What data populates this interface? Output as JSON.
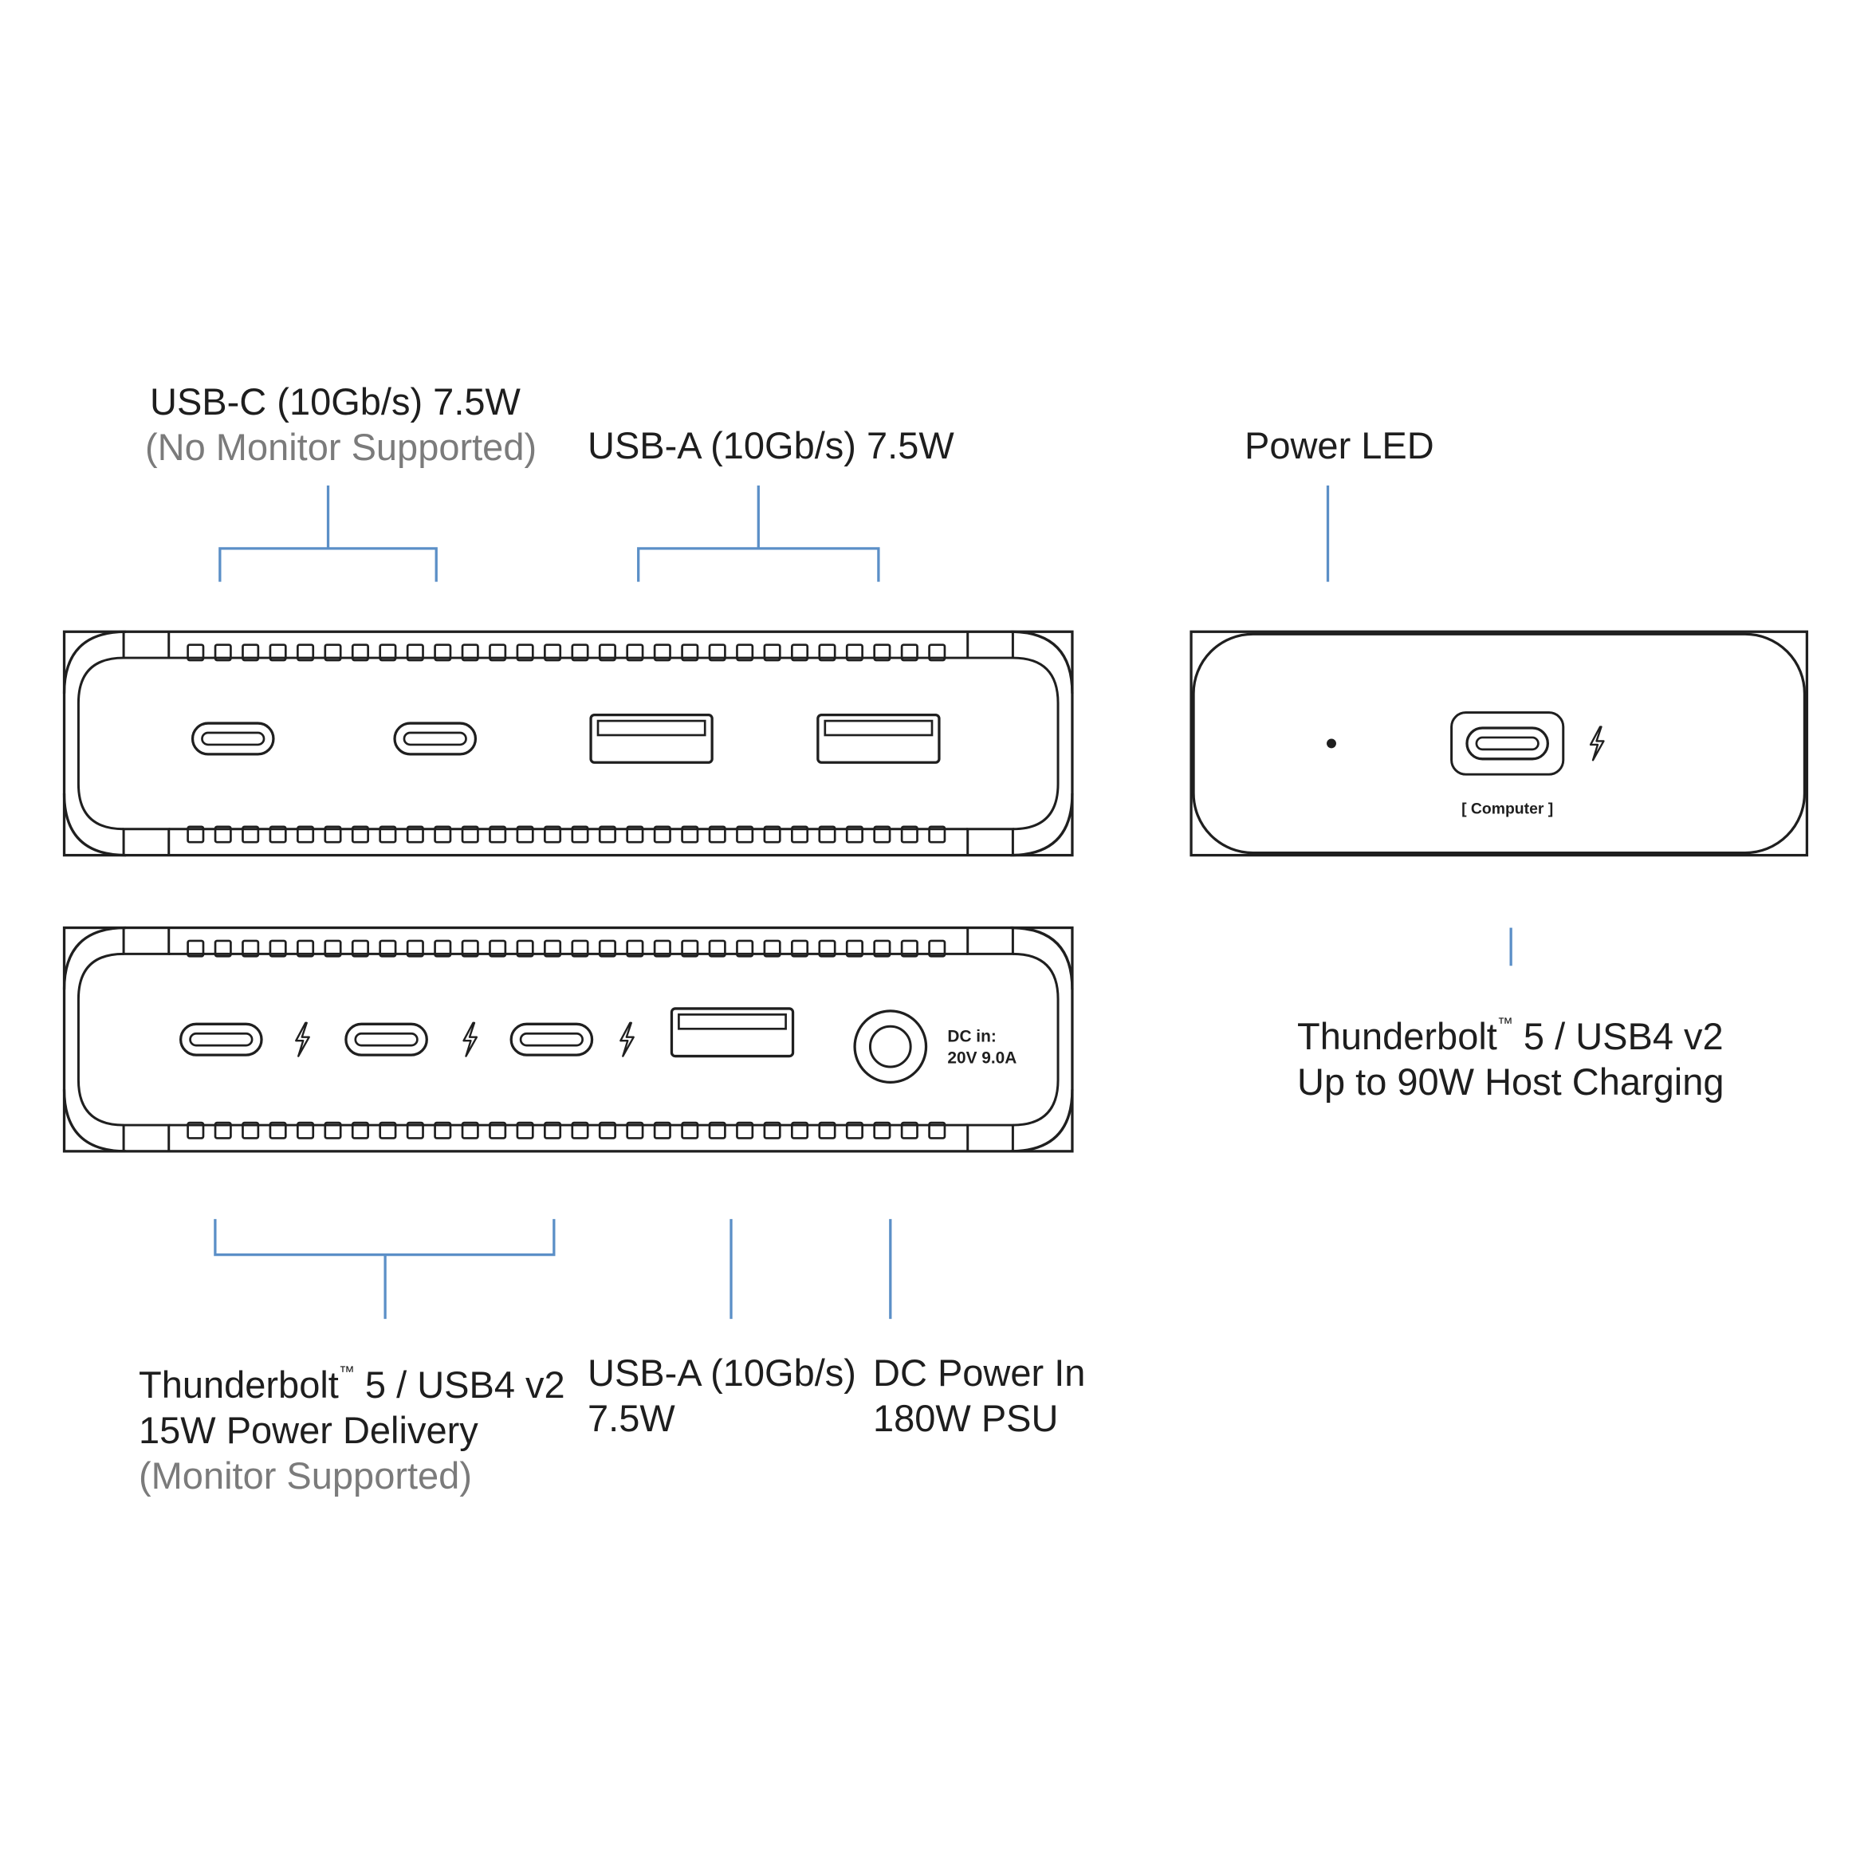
{
  "colors": {
    "leader": "#5b8fc7",
    "outline": "#1f1f1f",
    "secondary_text": "#7b7b7b",
    "background": "#ffffff"
  },
  "labels": {
    "usbc_top": {
      "line1": "USB-C (10Gb/s) 7.5W",
      "line2": "(No Monitor Supported)"
    },
    "usba_top": {
      "line1": "USB-A (10Gb/s) 7.5W"
    },
    "power_led": {
      "line1": "Power LED"
    },
    "tb_host": {
      "line1_a": "Thunderbolt",
      "line1_tm": "™",
      "line1_b": " 5 / USB4 v2",
      "line2": "Up to 90W Host Charging"
    },
    "tb_downstream": {
      "line1_a": "Thunderbolt",
      "line1_tm": "™",
      "line1_b": " 5 / USB4 v2",
      "line2": "15W Power Delivery",
      "line3": "(Monitor Supported)"
    },
    "usba_bottom": {
      "line1": "USB-A (10Gb/s)",
      "line2": "7.5W"
    },
    "dc_power": {
      "line1": "DC Power In",
      "line2": "180W PSU"
    }
  },
  "device": {
    "dc_label_line1": "DC in:",
    "dc_label_line2": "20V 9.0A",
    "computer_port_label": "[ Computer ]",
    "front_ports": [
      "usb-c",
      "usb-c",
      "usb-a",
      "usb-a"
    ],
    "back_ports": [
      "thunderbolt",
      "thunderbolt",
      "thunderbolt",
      "usb-a",
      "dc-in"
    ],
    "side_ports": [
      "power-led",
      "thunderbolt-computer"
    ],
    "vent_slots_per_row": 28
  }
}
